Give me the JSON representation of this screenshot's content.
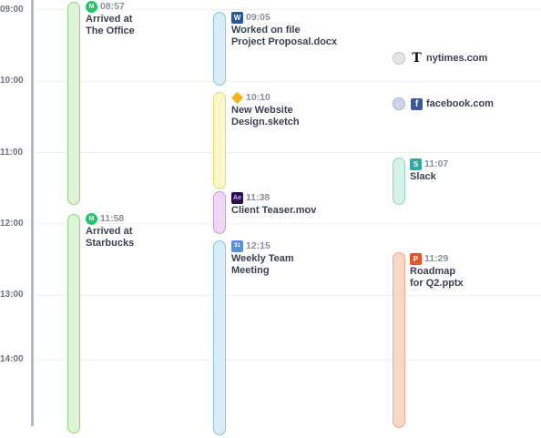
{
  "hours": [
    "09:00",
    "10:00",
    "11:00",
    "12:00",
    "13:00",
    "14:00"
  ],
  "events": [
    {
      "time": "08:57",
      "title_line1": "Arrived at",
      "title_line2": "The Office",
      "icon": "moves-icon"
    },
    {
      "time": "11:58",
      "title_line1": "Arrived at",
      "title_line2": "Starbucks",
      "icon": "moves-icon"
    },
    {
      "time": "09:05",
      "title_line1": "Worked on file",
      "title_line2": "Project Proposal.docx",
      "icon": "word-icon"
    },
    {
      "time": "10:10",
      "title_line1": "New Website",
      "title_line2": "Design.sketch",
      "icon": "sketch-icon"
    },
    {
      "time": "11:38",
      "title_line1": "Client Teaser.mov",
      "title_line2": "",
      "icon": "after-effects-icon"
    },
    {
      "time": "12:15",
      "title_line1": "Weekly Team",
      "title_line2": "Meeting",
      "icon": "calendar-icon"
    },
    {
      "time": "11:07",
      "title_line1": "Slack",
      "title_line2": "",
      "icon": "slack-icon"
    },
    {
      "time": "11:29",
      "title_line1": "Roadmap",
      "title_line2": "for Q2.pptx",
      "icon": "powerpoint-icon"
    }
  ],
  "sites": [
    {
      "name": "nytimes.com",
      "icon": "nytimes-icon"
    },
    {
      "name": "facebook.com",
      "icon": "facebook-icon"
    }
  ],
  "icon_glyphs": {
    "moves": "M",
    "word": "W",
    "ae": "Ae",
    "cal": "31",
    "slack": "S",
    "ppt": "P",
    "nyt": "T",
    "fb": "f"
  }
}
